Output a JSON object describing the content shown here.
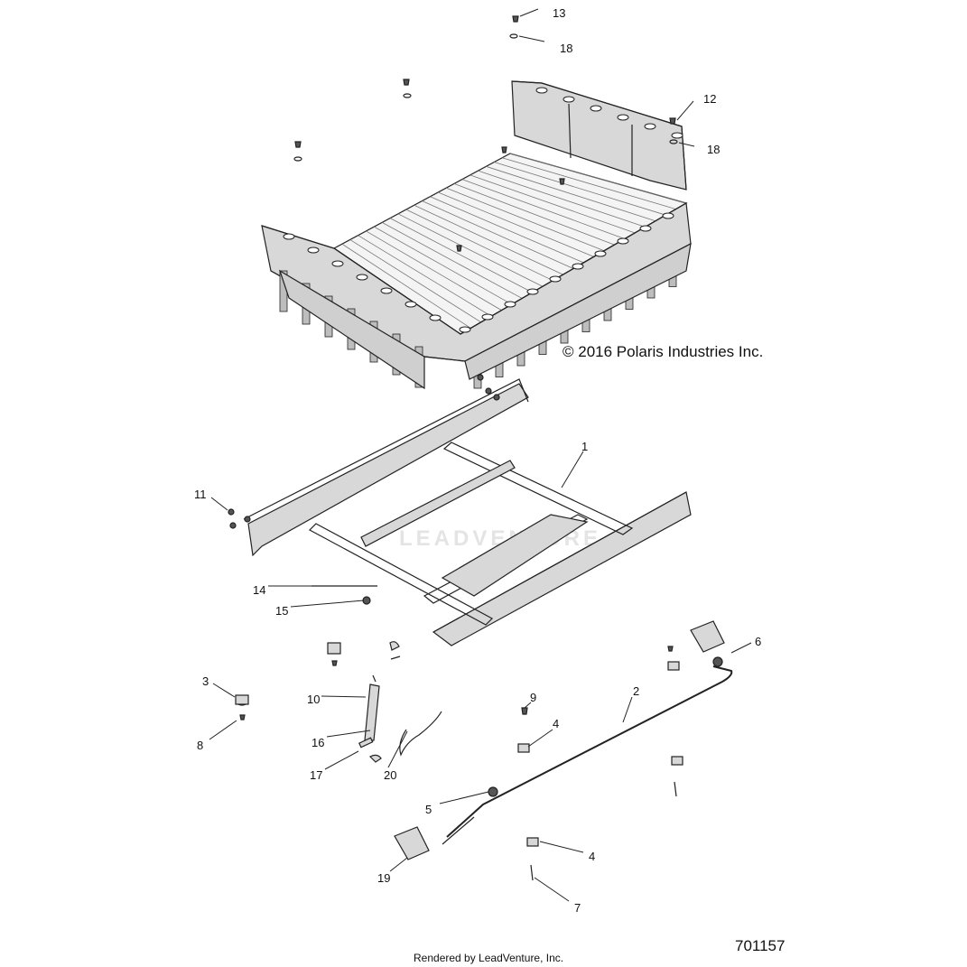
{
  "copyright": "© 2016 Polaris Industries Inc.",
  "drawing_id": "701157",
  "rendered_by": "Rendered by LeadVenture, Inc.",
  "watermark": "LEADVENTURE",
  "callouts": [
    {
      "label": "13"
    },
    {
      "label": "18"
    },
    {
      "label": "12"
    },
    {
      "label": "18"
    },
    {
      "label": "1"
    },
    {
      "label": "11"
    },
    {
      "label": "14"
    },
    {
      "label": "15"
    },
    {
      "label": "6"
    },
    {
      "label": "3"
    },
    {
      "label": "10"
    },
    {
      "label": "9"
    },
    {
      "label": "2"
    },
    {
      "label": "8"
    },
    {
      "label": "4"
    },
    {
      "label": "16"
    },
    {
      "label": "17"
    },
    {
      "label": "20"
    },
    {
      "label": "5"
    },
    {
      "label": "4"
    },
    {
      "label": "19"
    },
    {
      "label": "7"
    }
  ]
}
